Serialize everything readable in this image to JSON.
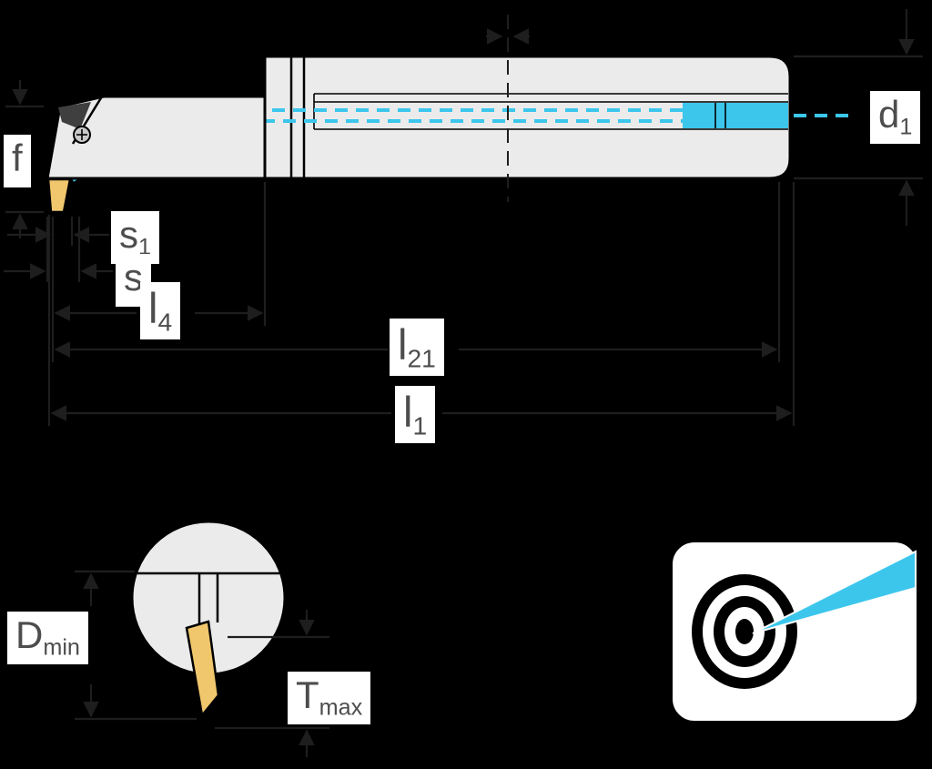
{
  "colors": {
    "background": "#000000",
    "tool_fill": "#ebebeb",
    "tool_stroke": "#000000",
    "coolant": "#3cc6ec",
    "insert_fill": "#f1c76d",
    "label_bg": "#ffffff",
    "label_text": "#4d4d4d",
    "dim_line": "#1e1e1e",
    "seat_shadow": "#3f3f3f",
    "screw_fill": "#c9c9c9"
  },
  "labels": {
    "d1": {
      "base": "d",
      "sub": "1"
    },
    "f": {
      "base": "f",
      "sub": ""
    },
    "s1": {
      "base": "s",
      "sub": "1"
    },
    "s": {
      "base": "s",
      "sub": ""
    },
    "l4": {
      "base": "l",
      "sub": "4"
    },
    "l21": {
      "base": "l",
      "sub": "21"
    },
    "l1": {
      "base": "l",
      "sub": "1"
    },
    "Dmin": {
      "base": "D",
      "sub": "min"
    },
    "Tmax": {
      "base": "T",
      "sub": "max"
    }
  },
  "icons": {
    "precision_coolant_badge": "bullseye-target-with-coolant-beam"
  }
}
